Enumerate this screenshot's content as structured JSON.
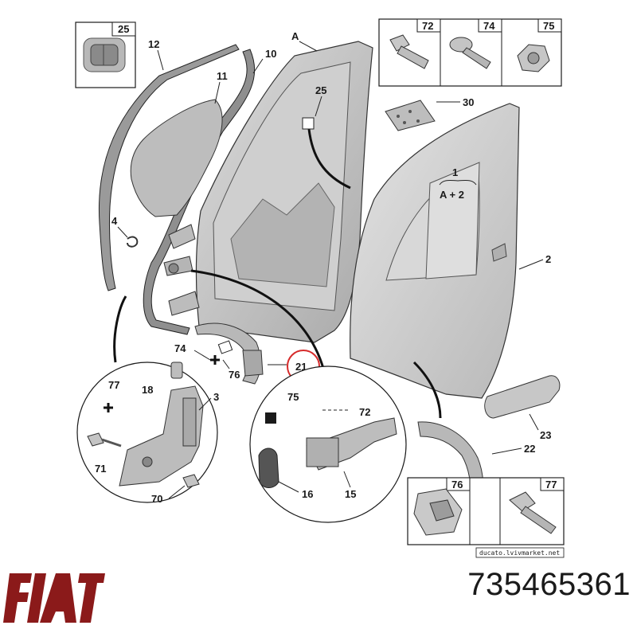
{
  "diagram": {
    "part_labels": {
      "p25_box": "25",
      "p72_box": "72",
      "p74_box": "74",
      "p75_box": "75",
      "p12": "12",
      "p10": "10",
      "pA": "A",
      "p11": "11",
      "p25": "25",
      "p30": "30",
      "p1": "1",
      "pA2": "A + 2",
      "p4": "4",
      "p2": "2",
      "p74": "74",
      "p76": "76",
      "p21": "21",
      "p77": "77",
      "p18": "18",
      "p3": "3",
      "p71": "71",
      "p70": "70",
      "p75": "75",
      "p72": "72",
      "p16": "16",
      "p15": "15",
      "p23": "23",
      "p22": "22",
      "p76_box": "76",
      "p77_box": "77"
    },
    "highlighted_part": "21",
    "watermark": "ducato.lvivmarket.net"
  },
  "brand": {
    "logo_text": "FIAT",
    "color": "#8b1a1a"
  },
  "part_number": "735465361",
  "colors": {
    "highlight": "#d62b2b",
    "part_fill": "#cfcfcf",
    "outline": "#1a1a1a"
  }
}
